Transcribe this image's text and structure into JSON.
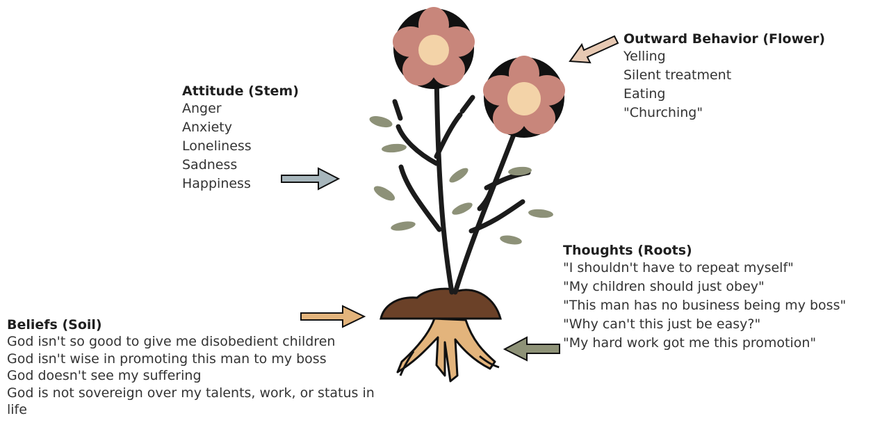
{
  "sections": {
    "attitude": {
      "heading": "Attitude (Stem)",
      "items": [
        "Anger",
        "Anxiety",
        "Loneliness",
        "Sadness",
        "Happiness"
      ]
    },
    "behavior": {
      "heading": "Outward Behavior (Flower)",
      "items": [
        "Yelling",
        "Silent treatment",
        "Eating",
        "\"Churching\""
      ]
    },
    "thoughts": {
      "heading": "Thoughts (Roots)",
      "items": [
        "\"I shouldn't have to repeat myself\"",
        "\"My children should just obey\"",
        "\"This man has no business being my boss\"",
        "\"Why can't this just be easy?\"",
        "\"My hard work got me this promotion\""
      ]
    },
    "beliefs": {
      "heading": "Beliefs (Soil)",
      "items": [
        "God isn't so good to give me disobedient children",
        "God isn't wise in promoting this man to my boss",
        "God doesn't see my suffering",
        "God is not sovereign over my talents, work, or status in life"
      ]
    }
  },
  "colors": {
    "petal": "#c8867b",
    "flower_center": "#f3d3a8",
    "leaf": "#8d9178",
    "stem": "#1b1b1b",
    "soil": "#6b4128",
    "root": "#e3b47c",
    "arrow_attitude": "#a7b6bc",
    "arrow_behavior": "#e7c9b3",
    "arrow_beliefs": "#e3b47c",
    "arrow_thoughts": "#8e9277"
  }
}
